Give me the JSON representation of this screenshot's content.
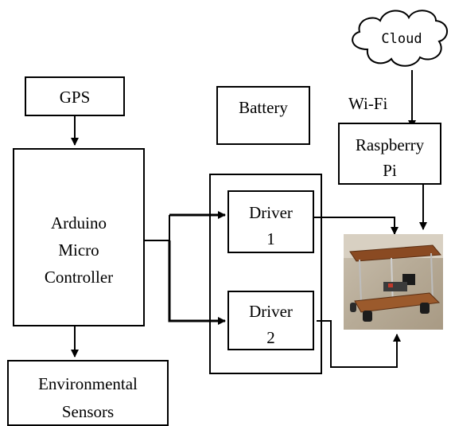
{
  "blocks": {
    "gps": "GPS",
    "battery": "Battery",
    "cloud": "Cloud",
    "wifi": "Wi-Fi",
    "raspberry": [
      "Raspberry",
      "Pi"
    ],
    "arduino": [
      "Arduino",
      "Micro",
      "Controller"
    ],
    "driver1": [
      "Driver",
      "1"
    ],
    "driver2": [
      "Driver",
      "2"
    ],
    "sensors": [
      "Environmental",
      "Sensors"
    ]
  }
}
